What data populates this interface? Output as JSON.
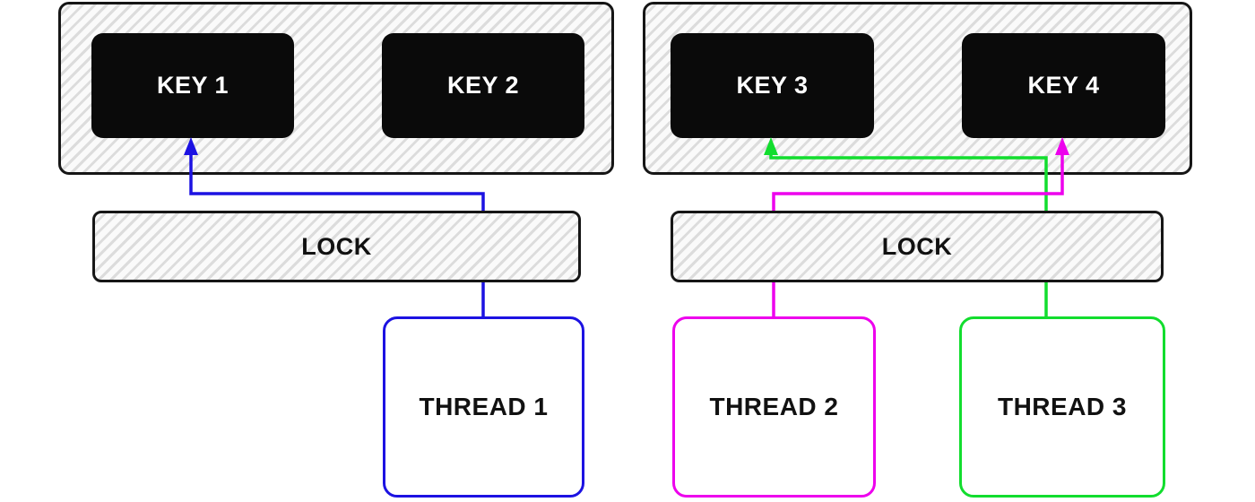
{
  "colors": {
    "blue": "#1c12e2",
    "magenta": "#ed00ed",
    "green": "#12dd2e",
    "key_fill": "#0a0a0a",
    "key_text": "#ffffff",
    "outline": "#161616",
    "label_text": "#111111"
  },
  "left_group": {
    "key1_label": "KEY 1",
    "key2_label": "KEY 2",
    "lock_label": "LOCK",
    "thread1_label": "THREAD 1"
  },
  "right_group": {
    "key3_label": "KEY 3",
    "key4_label": "KEY 4",
    "lock_label": "LOCK",
    "thread2_label": "THREAD 2",
    "thread3_label": "THREAD 3"
  },
  "arrows": [
    {
      "name": "thread1-to-key1",
      "color": "blue",
      "from": "THREAD 1",
      "to": "KEY 1"
    },
    {
      "name": "thread2-to-key4",
      "color": "magenta",
      "from": "THREAD 2",
      "to": "KEY 4"
    },
    {
      "name": "thread3-to-key3",
      "color": "green",
      "from": "THREAD 3",
      "to": "KEY 3"
    }
  ]
}
